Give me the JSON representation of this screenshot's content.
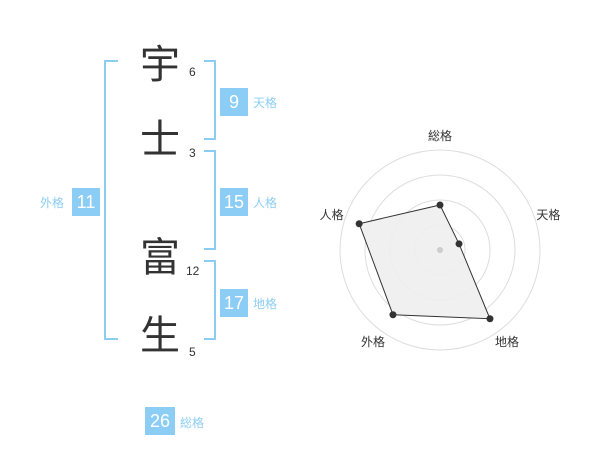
{
  "name": {
    "chars": [
      {
        "char": "宇",
        "strokes": "6"
      },
      {
        "char": "士",
        "strokes": "3"
      },
      {
        "char": "富",
        "strokes": "12"
      },
      {
        "char": "生",
        "strokes": "5"
      }
    ]
  },
  "fortunes": {
    "tenkaku": {
      "value": "9",
      "label": "天格"
    },
    "jinkaku": {
      "value": "15",
      "label": "人格"
    },
    "chikaku": {
      "value": "17",
      "label": "地格"
    },
    "gaikaku": {
      "value": "11",
      "label": "外格"
    },
    "soukaku": {
      "value": "26",
      "label": "総格"
    }
  },
  "radar": {
    "axes": [
      "総格",
      "天格",
      "地格",
      "外格",
      "人格"
    ],
    "values": [
      0.45,
      0.2,
      0.85,
      0.8,
      0.85
    ],
    "rings": 4,
    "colors": {
      "ring": "#dddddd",
      "fill": "#eeeeee",
      "line": "#333333",
      "center": "#cccccc"
    }
  }
}
